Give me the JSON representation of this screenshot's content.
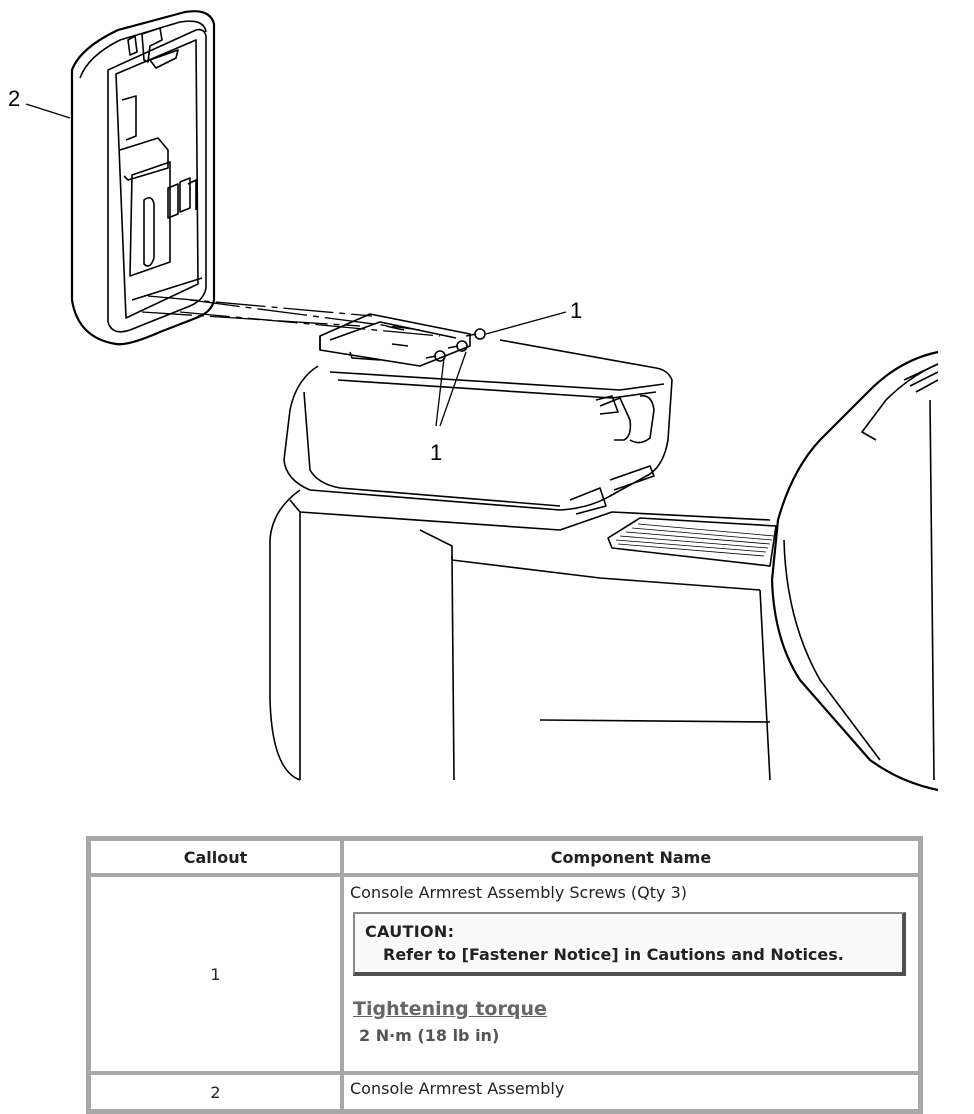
{
  "illustration": {
    "callouts": [
      {
        "number": "2"
      },
      {
        "number": "1"
      },
      {
        "number": "1"
      }
    ]
  },
  "table": {
    "headers": [
      "Callout",
      "Component Name"
    ],
    "rows": [
      {
        "callout": "1",
        "name": "Console Armrest Assembly Screws (Qty 3)",
        "caution_title": "CAUTION:",
        "caution_text": "Refer to [Fastener Notice] in Cautions and Notices.",
        "torque_heading": "Tightening torque",
        "torque_value": "2 N·m (18 lb in)"
      },
      {
        "callout": "2",
        "name": "Console Armrest Assembly"
      }
    ]
  },
  "colors": {
    "table_border": "#a8a8a8",
    "torque_heading": "#666666",
    "line_art": "#000000"
  }
}
